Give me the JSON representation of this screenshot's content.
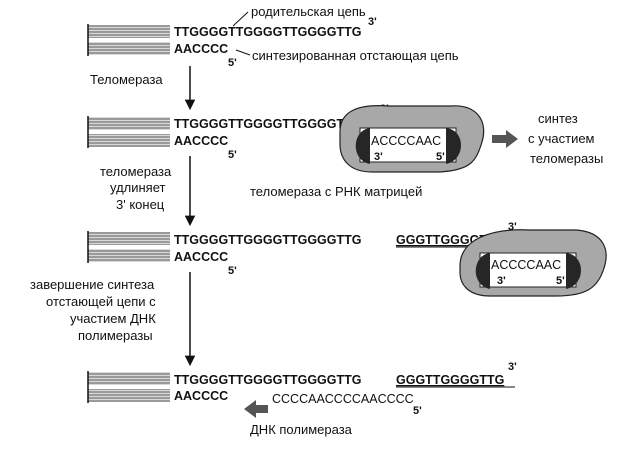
{
  "colors": {
    "strand_fill": "#9a9a9a",
    "strand_stripe": "#d8d8d8",
    "enzyme_fill": "#a8a8a8",
    "enzyme_dark": "#262626",
    "arrow": "#111111",
    "synthesis_arrow": "#555555"
  },
  "icons": {
    "telomerase": "telomerase-enzyme-icon",
    "synthesis_arrow": "right-arrow-icon",
    "polymerase_arrow": "left-arrow-icon"
  },
  "stage1": {
    "top_seq": "TTGGGGTTGGGGTTGGGGTTG",
    "bottom_seq": "AACCCC",
    "end3": "3'",
    "end5": "5'",
    "label_parent": "родительская цепь",
    "label_lagging": "синтезированная отстающая цепь"
  },
  "step1": {
    "label": "Теломераза"
  },
  "stage2": {
    "top_seq": "TTGGGGTTGGGGTTGGGGTTG",
    "bottom_seq": "AACCCC",
    "end3": "3'",
    "end5": "5'",
    "template": "ACCCCAAC",
    "enzyme3": "3'",
    "enzyme5": "5'",
    "label_enzyme": "теломераза с РНК матрицей",
    "side_label": [
      "синтез",
      "с участием",
      "теломеразы"
    ]
  },
  "step2": {
    "label": [
      "теломераза",
      "удлиняет",
      "3' конец"
    ]
  },
  "stage3": {
    "top_seq": "TTGGGGTTGGGGTTGGGGTTG",
    "new_seq": "GGGTTGGGGTTG",
    "bottom_seq": "AACCCC",
    "end3": "3'",
    "end5": "5'",
    "template": "ACCCCAAC",
    "enzyme3": "3'",
    "enzyme5": "5'"
  },
  "step3": {
    "label": [
      "завершение  синтеза",
      "отстающей цепи с",
      "участием ДНК",
      "полимеразы"
    ]
  },
  "stage4": {
    "top_seq": "TTGGGGTTGGGGTTGGGGTTG",
    "new_seq": "GGGTTGGGGTTG",
    "bottom_seq": "AACCCC",
    "filled_seq": "CCCCAACCCCAACCCC",
    "end3": "3'",
    "end5": "5'",
    "label_polymerase": "ДНК полимераза"
  }
}
